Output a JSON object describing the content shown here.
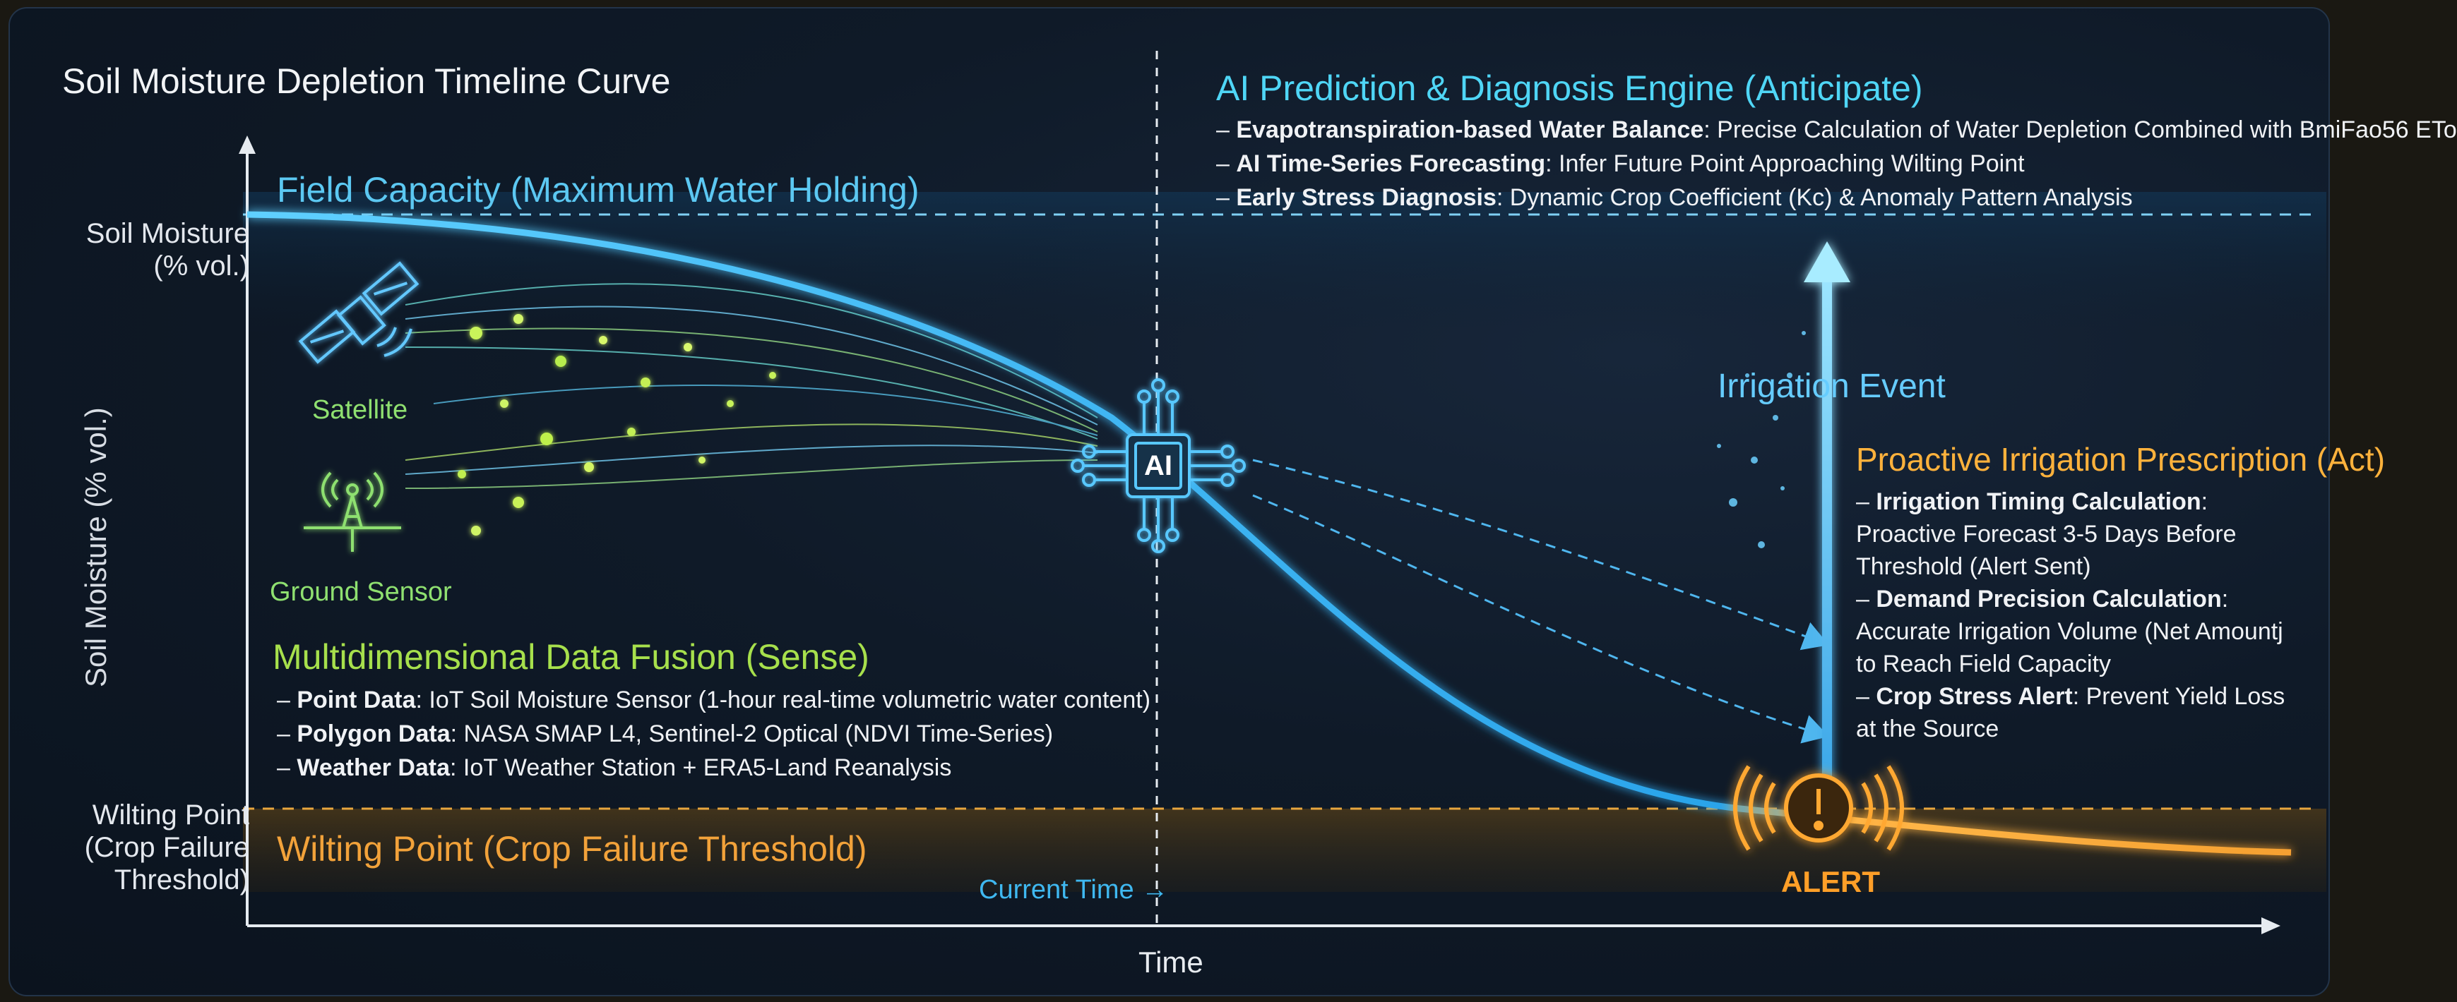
{
  "title": "Soil Moisture Depletion Timeline Curve",
  "axes": {
    "y_label": "Soil Moisture (% vol.)",
    "x_label": "Time",
    "y_tick_top": [
      "Soil Moisture",
      "(% vol.)"
    ],
    "y_tick_bottom": [
      "Wilting Point",
      "(Crop Failure",
      "Threshold)"
    ]
  },
  "thresholds": {
    "field_capacity": "Field Capacity (Maximum Water Holding)",
    "wilting_point": "Wilting Point (Crop Failure Threshold)"
  },
  "current_time": "Current Time →",
  "sense": {
    "title": "Multidimensional Data Fusion (Sense)",
    "satellite": "Satellite",
    "ground_sensor": "Ground Sensor",
    "items": [
      {
        "label": "Point Data",
        "text": ": IoT Soil Moisture Sensor (1-hour real-time volumetric water content)"
      },
      {
        "label": "Polygon Data",
        "text": ": NASA SMAP L4, Sentinel-2 Optical (NDVI Time-Series)"
      },
      {
        "label": "Weather Data",
        "text": ": IoT Weather Station + ERA5-Land Reanalysis"
      }
    ]
  },
  "anticipate": {
    "title": "AI Prediction & Diagnosis Engine (Anticipate)",
    "chip": "AI",
    "items": [
      {
        "label": "Evapotranspiration-based Water Balance",
        "text": ": Precise Calculation of Water Depletion Combined with BmiFao56 ETo"
      },
      {
        "label": "AI Time-Series Forecasting",
        "text": ": Infer Future Point Approaching Wilting Point"
      },
      {
        "label": "Early Stress Diagnosis",
        "text": ": Dynamic Crop Coefficient (Kc) & Anomaly Pattern Analysis"
      }
    ]
  },
  "act": {
    "title": "Proactive Irrigation Prescription (Act)",
    "irrigation_event": "Irrigation Event",
    "alert": "ALERT",
    "items": [
      {
        "label": "Irrigation Timing Calculation",
        "text": ": Proactive Forecast 3-5 Days Before Threshold (Alert Sent)"
      },
      {
        "label": "Demand Precision Calculation",
        "text": ": Accurate Irrigation Volume (Net Amountj to Reach Field Capacity"
      },
      {
        "label": "Crop Stress Alert",
        "text": ": Prevent Yield Loss at the Source"
      }
    ]
  },
  "colors": {
    "curve": "#29a9ea",
    "field_capacity": "#5cc8f2",
    "wilting_point": "#f2a23a",
    "sense": "#a7e04c",
    "anticipate": "#4fd6f6",
    "act": "#ffb23c"
  },
  "icons": [
    "satellite-icon",
    "ground-sensor-icon",
    "ai-chip-icon",
    "alert-icon",
    "irrigation-arrow-icon"
  ]
}
